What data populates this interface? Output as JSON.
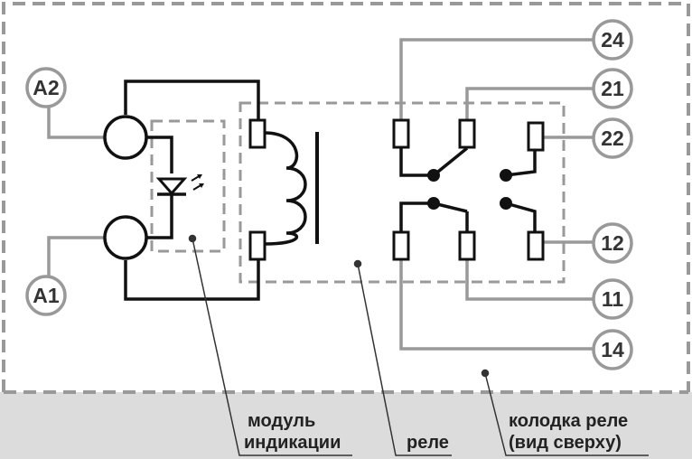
{
  "colors": {
    "background": "#ffffff",
    "footer_band": "#dcdcdc",
    "dashed_border": "#999999",
    "wire_gray": "#999999",
    "wire_black": "#111111",
    "terminal_fill": "#ffffff",
    "text": "#333333"
  },
  "terminals": {
    "a2": "A2",
    "a1": "A1",
    "t24": "24",
    "t21": "21",
    "t22": "22",
    "t12": "12",
    "t11": "11",
    "t14": "14"
  },
  "captions": {
    "indication_module_line1": "модуль",
    "indication_module_line2": "индикации",
    "relay": "реле",
    "socket_line1": "колодка реле",
    "socket_line2": "(вид сверху)"
  },
  "icons": {
    "led": "led-diode-icon",
    "coil": "relay-coil-icon"
  }
}
